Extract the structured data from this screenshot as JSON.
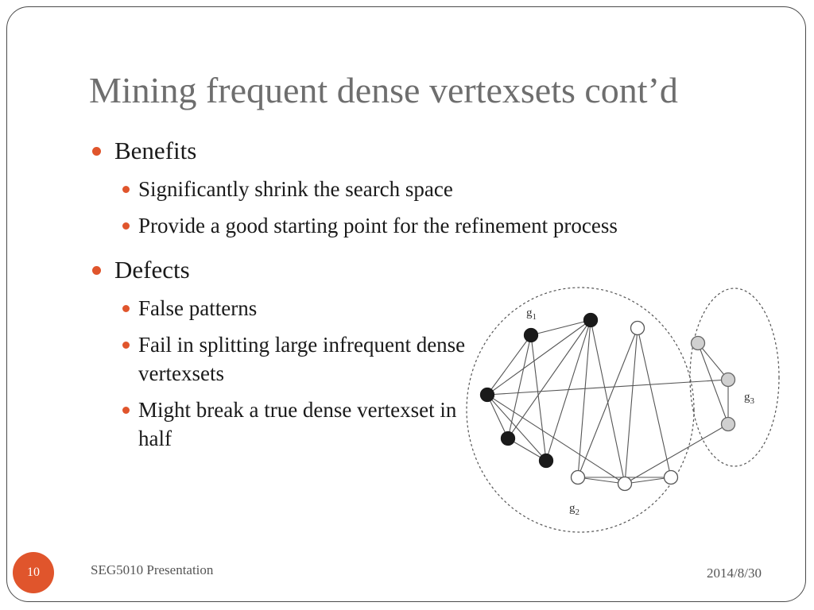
{
  "slide": {
    "title": "Mining frequent dense vertexsets cont’d",
    "bullets": [
      {
        "text": "Benefits",
        "sub": [
          "Significantly shrink the search space",
          "Provide a good starting point for the refinement process"
        ]
      },
      {
        "text": "Defects",
        "sub": [
          "False patterns",
          "Fail in splitting large infrequent dense vertexsets",
          "Might break a true dense vertexset in half"
        ]
      }
    ],
    "slide_number": "10",
    "footer_text": "SEG5010 Presentation",
    "date": "2014/8/30"
  },
  "diagram": {
    "group_labels": {
      "g1": "g",
      "g1_sub": "1",
      "g2": "g",
      "g2_sub": "2",
      "g3": "g",
      "g3_sub": "3"
    },
    "node_colors": {
      "black": "#1a1a1a",
      "white": "#ffffff",
      "gray": "#d0d0d0"
    }
  },
  "colors": {
    "accent": "#e0552c",
    "title": "#6e6e6e",
    "text": "#1a1a1a",
    "frame": "#4a4a4a"
  }
}
